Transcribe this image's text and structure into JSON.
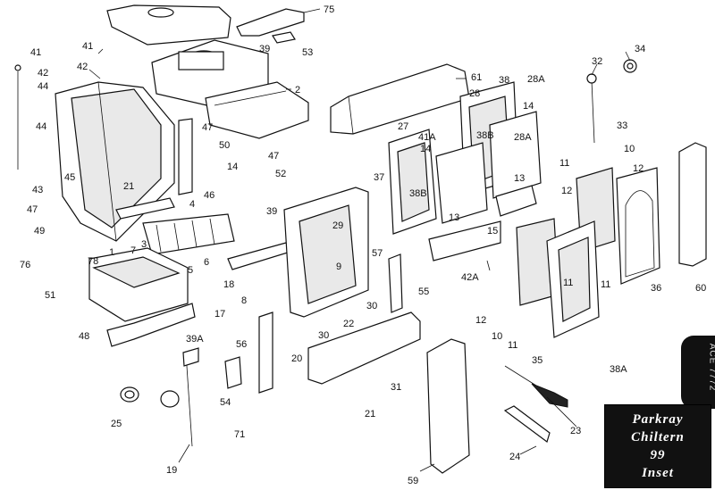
{
  "title_lines": [
    "Parkray",
    "Chiltern",
    "99",
    "Inset"
  ],
  "drawing_code": "ACE 7772",
  "callouts": [
    {
      "id": "c75",
      "text": "75"
    },
    {
      "id": "c53",
      "text": "53"
    },
    {
      "id": "c39a",
      "text": "39"
    },
    {
      "id": "c41a",
      "text": "41"
    },
    {
      "id": "c41b",
      "text": "41"
    },
    {
      "id": "c42a",
      "text": "42"
    },
    {
      "id": "c42b",
      "text": "42"
    },
    {
      "id": "c44a",
      "text": "44"
    },
    {
      "id": "c44b",
      "text": "44"
    },
    {
      "id": "c45",
      "text": "45"
    },
    {
      "id": "c43",
      "text": "43"
    },
    {
      "id": "c2",
      "text": "2"
    },
    {
      "id": "c61",
      "text": "61"
    },
    {
      "id": "c38a",
      "text": "38"
    },
    {
      "id": "c28Aa",
      "text": "28A"
    },
    {
      "id": "c28",
      "text": "28"
    },
    {
      "id": "c32",
      "text": "32"
    },
    {
      "id": "c34",
      "text": "34"
    },
    {
      "id": "c27",
      "text": "27"
    },
    {
      "id": "c41A",
      "text": "41A"
    },
    {
      "id": "c14a",
      "text": "14"
    },
    {
      "id": "c14b",
      "text": "14"
    },
    {
      "id": "c38Ba",
      "text": "38B"
    },
    {
      "id": "c28Ab",
      "text": "28A"
    },
    {
      "id": "c33",
      "text": "33"
    },
    {
      "id": "c47a",
      "text": "47"
    },
    {
      "id": "c47b",
      "text": "47"
    },
    {
      "id": "c47c",
      "text": "47"
    },
    {
      "id": "c50",
      "text": "50"
    },
    {
      "id": "c14c",
      "text": "14"
    },
    {
      "id": "c52",
      "text": "52"
    },
    {
      "id": "c46",
      "text": "46"
    },
    {
      "id": "c21a",
      "text": "21"
    },
    {
      "id": "c4",
      "text": "4"
    },
    {
      "id": "c3",
      "text": "3"
    },
    {
      "id": "c37",
      "text": "37"
    },
    {
      "id": "c38Bb",
      "text": "38B"
    },
    {
      "id": "c13a",
      "text": "13"
    },
    {
      "id": "c13b",
      "text": "13"
    },
    {
      "id": "c15",
      "text": "15"
    },
    {
      "id": "c10a",
      "text": "10"
    },
    {
      "id": "c11a",
      "text": "11"
    },
    {
      "id": "c12a",
      "text": "12"
    },
    {
      "id": "c12b",
      "text": "12"
    },
    {
      "id": "c49",
      "text": "49"
    },
    {
      "id": "c39b",
      "text": "39"
    },
    {
      "id": "c29",
      "text": "29"
    },
    {
      "id": "c78",
      "text": "78"
    },
    {
      "id": "c7",
      "text": "7"
    },
    {
      "id": "c6",
      "text": "6"
    },
    {
      "id": "c1",
      "text": "1"
    },
    {
      "id": "c5",
      "text": "5"
    },
    {
      "id": "c76",
      "text": "76"
    },
    {
      "id": "c51",
      "text": "51"
    },
    {
      "id": "c57",
      "text": "57"
    },
    {
      "id": "c9",
      "text": "9"
    },
    {
      "id": "c55",
      "text": "55"
    },
    {
      "id": "c42A",
      "text": "42A"
    },
    {
      "id": "c18",
      "text": "18"
    },
    {
      "id": "c8",
      "text": "8"
    },
    {
      "id": "c30a",
      "text": "30"
    },
    {
      "id": "c30b",
      "text": "30"
    },
    {
      "id": "c22",
      "text": "22"
    },
    {
      "id": "c11b",
      "text": "11"
    },
    {
      "id": "c36",
      "text": "36"
    },
    {
      "id": "c60",
      "text": "60"
    },
    {
      "id": "c12c",
      "text": "12"
    },
    {
      "id": "c10b",
      "text": "10"
    },
    {
      "id": "c11c",
      "text": "11"
    },
    {
      "id": "c48",
      "text": "48"
    },
    {
      "id": "c17",
      "text": "17"
    },
    {
      "id": "c39A",
      "text": "39A"
    },
    {
      "id": "c56",
      "text": "56"
    },
    {
      "id": "c20",
      "text": "20"
    },
    {
      "id": "c35",
      "text": "35"
    },
    {
      "id": "c38A",
      "text": "38A"
    },
    {
      "id": "c31",
      "text": "31"
    },
    {
      "id": "c21b",
      "text": "21"
    },
    {
      "id": "c25",
      "text": "25"
    },
    {
      "id": "c54",
      "text": "54"
    },
    {
      "id": "c71",
      "text": "71"
    },
    {
      "id": "c23",
      "text": "23"
    },
    {
      "id": "c24",
      "text": "24"
    },
    {
      "id": "c59",
      "text": "59"
    },
    {
      "id": "c19",
      "text": "19"
    },
    {
      "id": "c11d",
      "text": "11"
    }
  ]
}
